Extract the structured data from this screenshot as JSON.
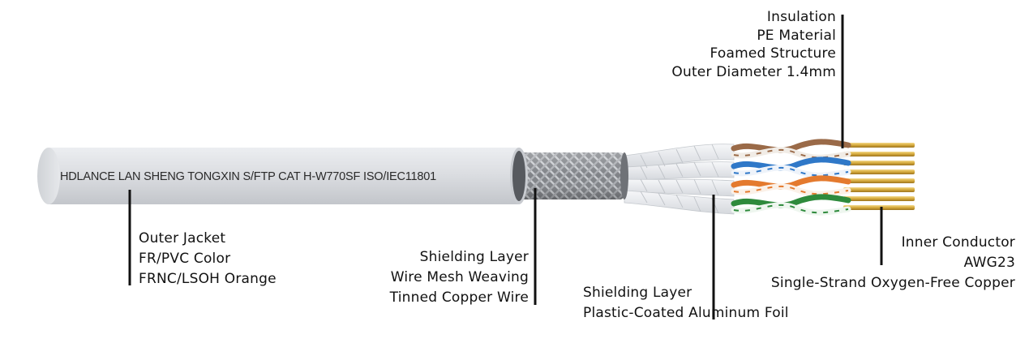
{
  "cable_print": "HDLANCE LAN SHENG TONGXIN S/FTP CAT H-W770SF ISO/IEC11801",
  "callouts": {
    "insulation": [
      "Insulation",
      "PE Material",
      "Foamed Structure",
      "Outer Diameter 1.4mm"
    ],
    "outer_jacket": [
      "Outer Jacket",
      "FR/PVC Color",
      "FRNC/LSOH Orange"
    ],
    "braid_shield": [
      "Shielding Layer",
      "Wire Mesh Weaving",
      "Tinned Copper Wire"
    ],
    "foil_shield": [
      "Shielding Layer",
      "Plastic-Coated Aluminum Foil"
    ],
    "inner_conductor": [
      "Inner Conductor",
      "AWG23",
      "Single-Strand Oxygen-Free Copper"
    ]
  },
  "colors": {
    "jacket": "#dcdee2",
    "braid": "#8a8d91",
    "foil": "#eef0f3",
    "pair_brown": "#9a6a48",
    "pair_blue": "#2f78c8",
    "pair_orange": "#e47a2e",
    "pair_green": "#2e8a3c",
    "copper": "#d4a93a",
    "leader_line": "#111111"
  }
}
